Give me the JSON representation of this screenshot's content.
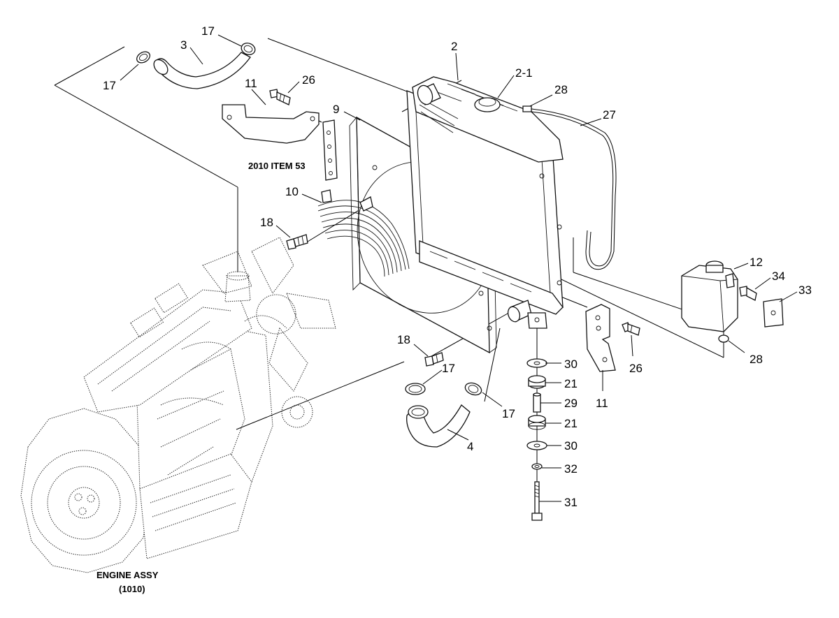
{
  "figure": {
    "callouts": {
      "c_17_top": "17",
      "c_3": "3",
      "c_17_left": "17",
      "c_2": "2",
      "c_2_1": "2-1",
      "c_28_top": "28",
      "c_27": "27",
      "c_11_top": "11",
      "c_26_top": "26",
      "c_9": "9",
      "c_10": "10",
      "c_18_top": "18",
      "c_12": "12",
      "c_34": "34",
      "c_33": "33",
      "c_28_bottom": "28",
      "c_18_bottom": "18",
      "c_17_mid": "17",
      "c_17_right": "17",
      "c_4": "4",
      "c_30_top": "30",
      "c_21_top": "21",
      "c_29": "29",
      "c_21_bottom": "21",
      "c_30_bottom": "30",
      "c_32": "32",
      "c_31": "31",
      "c_26_bottom": "26",
      "c_11_bottom": "11"
    },
    "notes": {
      "item_ref": "2010 ITEM 53",
      "engine_line1": "ENGINE ASSY",
      "engine_line2": "(1010)"
    }
  }
}
